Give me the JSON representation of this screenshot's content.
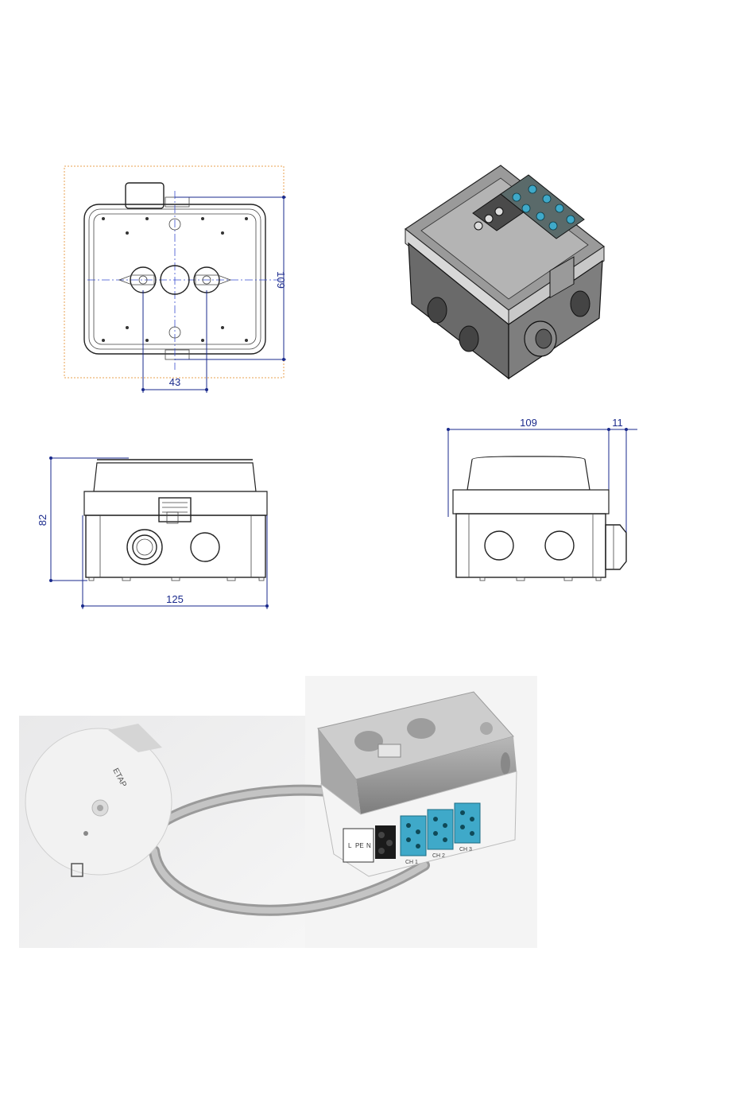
{
  "drawing": {
    "top_view": {
      "dim_height": "109",
      "dim_hole_spacing": "43"
    },
    "front_view": {
      "dim_height": "82",
      "dim_width": "125"
    },
    "side_view": {
      "dim_depth": "109",
      "dim_gland": "11"
    }
  },
  "photo": {
    "sensor_brand": "ETAP",
    "terminal_labels": [
      "L",
      "PE",
      "N"
    ],
    "channel_labels": [
      "CH 1",
      "CH 2",
      "CH 3"
    ]
  },
  "colors": {
    "dimension": "#1a2a8c",
    "connector_blue": "#3fa9c9",
    "housing_grey": "#8c8c8c",
    "bounding_box": "#e8a050"
  }
}
